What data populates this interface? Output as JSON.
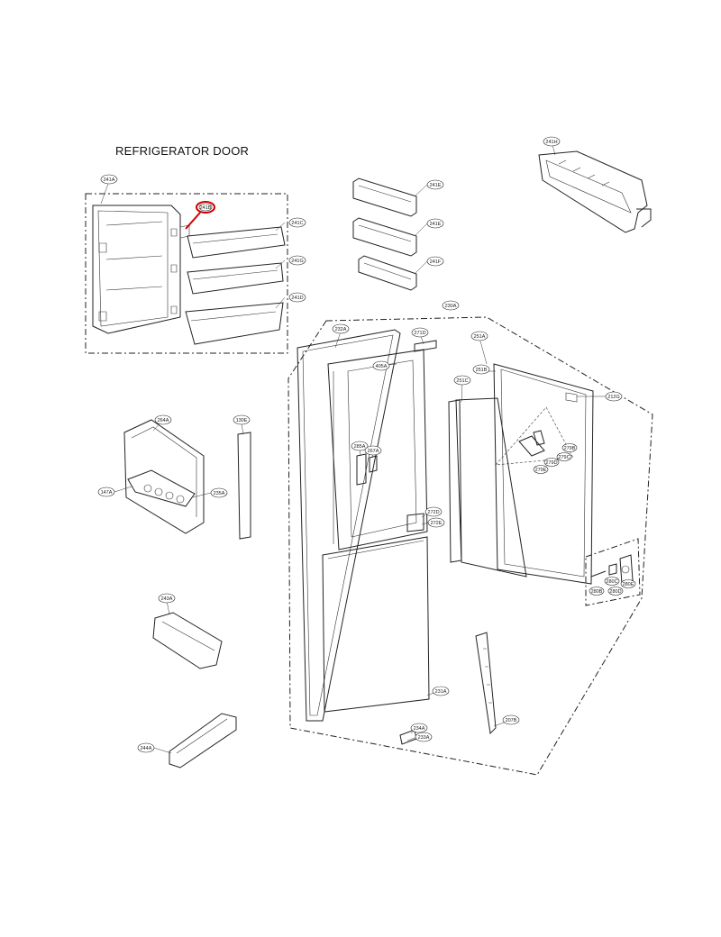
{
  "title": "REFRIGERATOR DOOR",
  "callouts": {
    "c241A": "241A",
    "c241B": "241B",
    "c241C": "241C",
    "c241G": "241G",
    "c241D": "241D",
    "c241E1": "241E",
    "c241E2": "241E",
    "c241F": "241F",
    "c241H": "241H",
    "c264A": "264A",
    "c130E": "130E",
    "c147A": "147A",
    "c235A": "235A",
    "c243A": "243A",
    "c244A": "244A",
    "c230A": "230A",
    "c232A": "232A",
    "c271D": "271D",
    "c405A": "405A",
    "c285A": "285A",
    "c267A": "267A",
    "c272D": "272D",
    "c272E": "272E",
    "c251A": "251A",
    "c251B": "251B",
    "c251C": "251C",
    "c212G": "212G",
    "c279B": "279B",
    "c279C": "279C",
    "c279D": "279D",
    "c279E": "279E",
    "c280B": "280B",
    "c280C": "280C",
    "c280D": "280D",
    "c280E": "280E",
    "c231A": "231A",
    "c234A": "234A",
    "c233A": "233A",
    "c207B": "207B"
  },
  "highlight": {
    "part": "241B",
    "color": "#cc0000"
  }
}
